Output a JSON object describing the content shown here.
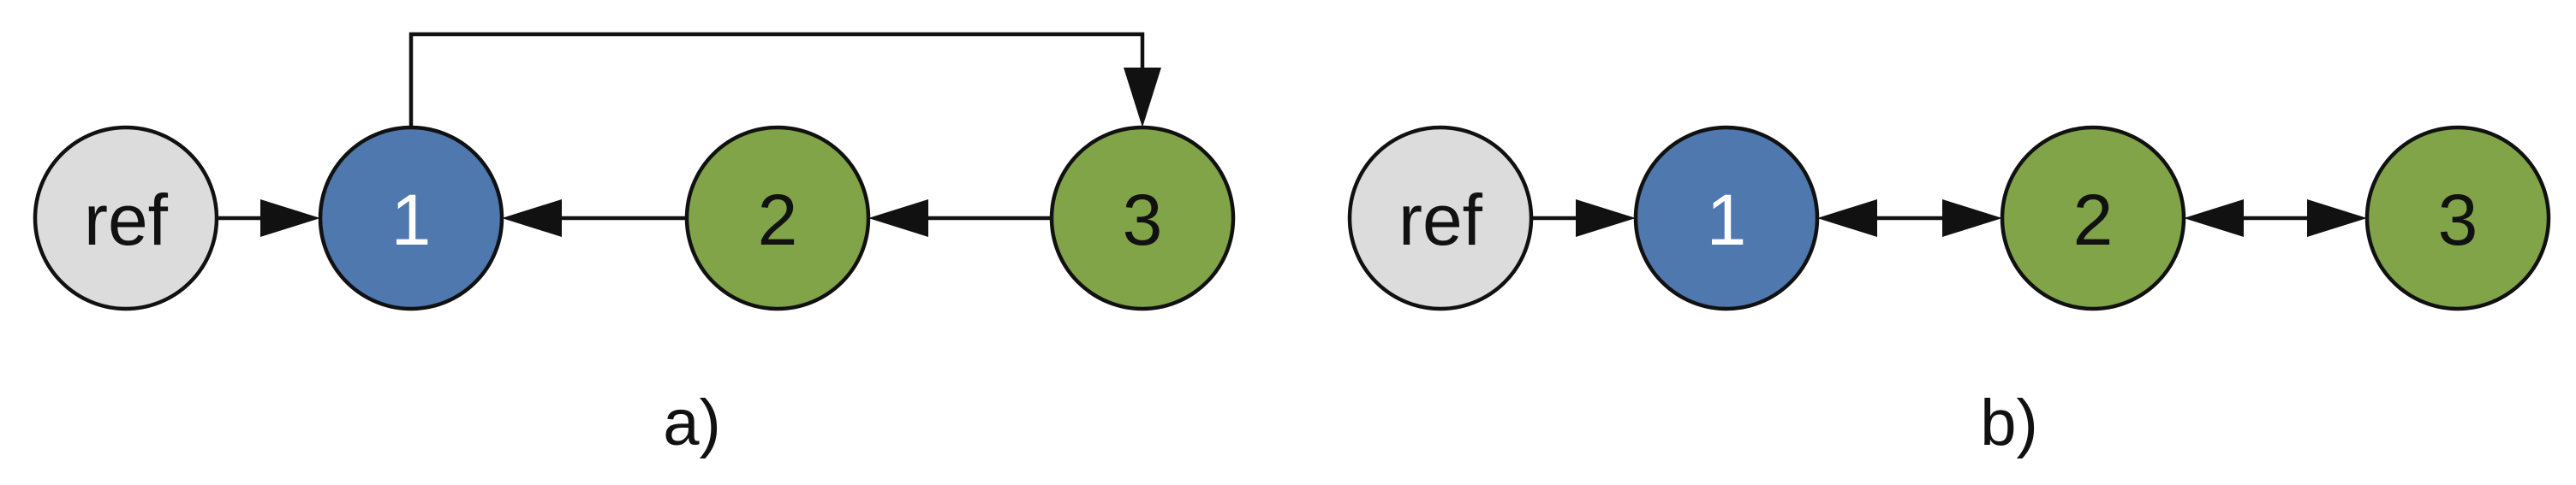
{
  "colors": {
    "ref": "#dcdcdc",
    "blue": "#4e78ae",
    "green": "#82a448",
    "stroke": "#111111",
    "label_dark": "#111111",
    "label_light": "#ffffff"
  },
  "diagrams": [
    {
      "id": "a",
      "caption": "a)",
      "nodes": [
        {
          "id": "ref",
          "label": "ref",
          "color": "ref",
          "text": "label_dark"
        },
        {
          "id": "1",
          "label": "1",
          "color": "blue",
          "text": "label_light"
        },
        {
          "id": "2",
          "label": "2",
          "color": "green",
          "text": "label_dark"
        },
        {
          "id": "3",
          "label": "3",
          "color": "green",
          "text": "label_dark"
        }
      ],
      "edges": [
        {
          "from": "ref",
          "to": "1",
          "type": "directed"
        },
        {
          "from": "2",
          "to": "1",
          "type": "directed"
        },
        {
          "from": "3",
          "to": "2",
          "type": "directed"
        },
        {
          "from": "1",
          "to": "3",
          "type": "directed-over"
        }
      ]
    },
    {
      "id": "b",
      "caption": "b)",
      "nodes": [
        {
          "id": "ref",
          "label": "ref",
          "color": "ref",
          "text": "label_dark"
        },
        {
          "id": "1",
          "label": "1",
          "color": "blue",
          "text": "label_light"
        },
        {
          "id": "2",
          "label": "2",
          "color": "green",
          "text": "label_dark"
        },
        {
          "id": "3",
          "label": "3",
          "color": "green",
          "text": "label_dark"
        }
      ],
      "edges": [
        {
          "from": "ref",
          "to": "1",
          "type": "directed"
        },
        {
          "from": "1",
          "to": "2",
          "type": "bidirectional"
        },
        {
          "from": "2",
          "to": "3",
          "type": "bidirectional"
        }
      ]
    }
  ]
}
